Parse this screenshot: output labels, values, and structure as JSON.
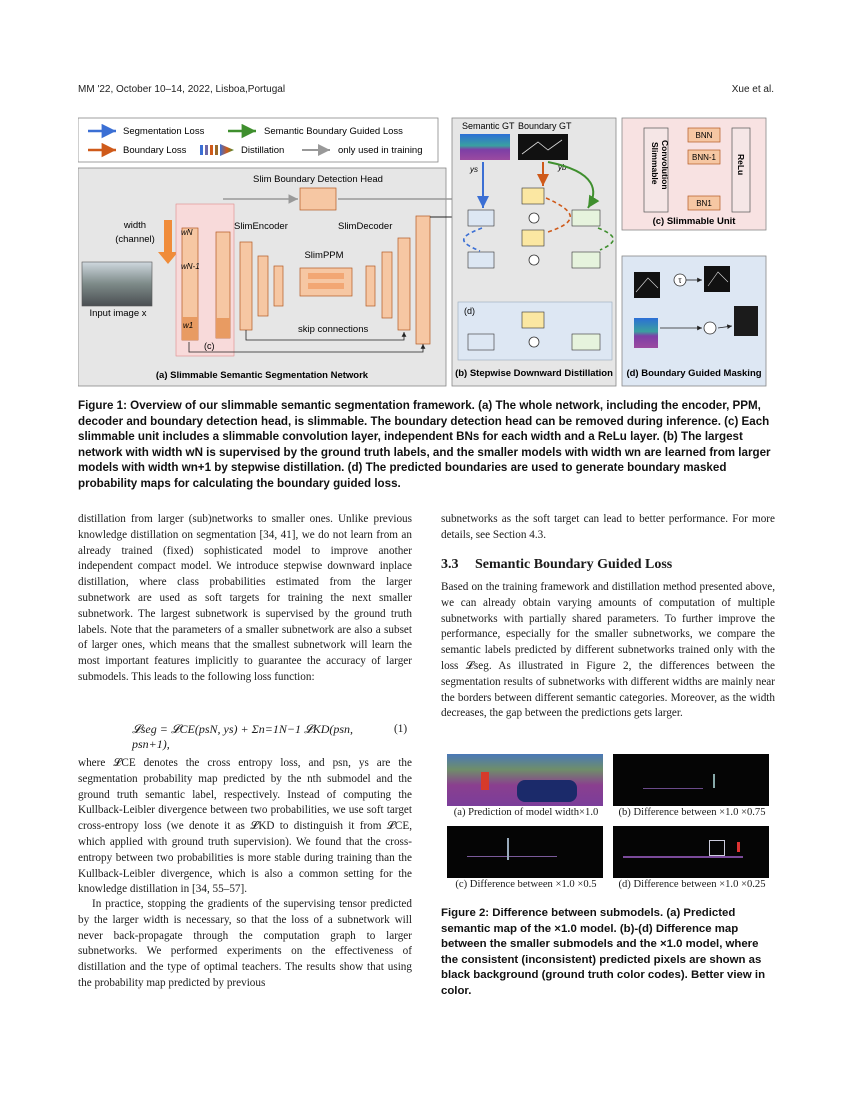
{
  "header": {
    "left": "MM '22, October 10–14, 2022, Lisboa,Portugal",
    "right": "Xue et al."
  },
  "figure1": {
    "legend": {
      "seg_loss": "Segmentation Loss",
      "boundary_loss": "Boundary Loss",
      "sem_boundary_loss": "Semantic Boundary Guided Loss",
      "distillation": "Distillation",
      "only_training": "only used in training"
    },
    "panel_a": {
      "width_label_1": "width",
      "width_label_2": "(channel)",
      "input_label": "Input image x",
      "boundary_head": "Slim Boundary Detection Head",
      "encoder": "SlimEncoder",
      "decoder": "SlimDecoder",
      "ppm": "SlimPPM",
      "skip": "skip connections",
      "c_tag": "(c)",
      "w_n": "wN",
      "w_n1": "wN-1",
      "w_1": "w1",
      "caption": "(a) Slimmable Semantic Segmentation Network"
    },
    "panel_b": {
      "sem_gt": "Semantic GT",
      "bnd_gt": "Boundary GT",
      "ys": "ys",
      "yb": "yb",
      "d_tag": "(d)",
      "caption": "(b) Stepwise Downward Distillation"
    },
    "panel_c": {
      "conv_1": "Slimmable",
      "conv_2": "Convolution",
      "bn_n": "BNN",
      "bn_n1": "BNN-1",
      "bn_1": "BN1",
      "relu": "ReLu",
      "caption": "(c) Slimmable Unit"
    },
    "panel_d": {
      "tau": "τ",
      "caption": "(d) Boundary Guided Masking"
    }
  },
  "caption1": "Figure 1: Overview of our slimmable semantic segmentation framework. (a) The whole network, including the encoder, PPM, decoder and boundary detection head, is slimmable. The boundary detection head can be removed during inference. (c) Each slimmable unit includes a slimmable convolution layer, independent BNs for each width and a ReLu layer. (b) The largest network with width wN is supervised by the ground truth labels, and the smaller models with width wn are learned from larger models with width wn+1 by stepwise distillation. (d) The predicted boundaries are used to generate boundary masked probability maps for calculating the boundary guided loss.",
  "left_col": {
    "p1": "distillation from larger (sub)networks to smaller ones. Unlike previous knowledge distillation on segmentation [34, 41], we do not learn from an already trained (fixed) sophisticated model to improve another independent compact model. We introduce stepwise downward inplace distillation, where class probabilities estimated from the larger subnetwork are used as soft targets for training the next smaller subnetwork. The largest subnetwork is supervised by the ground truth labels. Note that the parameters of a smaller subnetwork are also a subset of larger ones, which means that the smallest subnetwork will learn the most important features implicitly to guarantee the accuracy of larger submodels. This leads to the following loss function:",
    "equation": "𝓛seg = 𝓛CE(psN, ys) + Σn=1N−1 𝓛KD(psn, psn+1),",
    "eq_num": "(1)",
    "p2": "where 𝓛CE denotes the cross entropy loss, and psn, ys are the segmentation probability map predicted by the nth submodel and the ground truth semantic label, respectively. Instead of computing the Kullback-Leibler divergence between two probabilities, we use soft target cross-entropy loss (we denote it as 𝓛KD to distinguish it from 𝓛CE, which applied with ground truth supervision). We found that the cross-entropy between two probabilities is more stable during training than the Kullback-Leibler divergence, which is also a common setting for the knowledge distillation in [34, 55–57].",
    "p3": "In practice, stopping the gradients of the supervising tensor predicted by the larger width is necessary, so that the loss of a subnetwork will never back-propagate through the computation graph to larger subnetworks. We performed experiments on the effectiveness of distillation and the type of optimal teachers. The results show that using the probability map predicted by previous"
  },
  "right_col": {
    "p1": "subnetworks as the soft target can lead to better performance. For more details, see Section 4.3.",
    "section_num": "3.3",
    "section_title": "Semantic Boundary Guided Loss",
    "p2": "Based on the training framework and distillation method presented above, we can already obtain varying amounts of computation of multiple subnetworks with partially shared parameters. To further improve the performance, especially for the smaller subnetworks, we compare the semantic labels predicted by different subnetworks trained only with the loss 𝓛seg. As illustrated in Figure 2, the differences between the segmentation results of subnetworks with different widths are mainly near the borders between different semantic categories. Moreover, as the width decreases, the gap between the predictions gets larger.",
    "fig2": {
      "a": "(a) Prediction of model width×1.0",
      "b": "(b) Difference between ×1.0 ×0.75",
      "c": "(c) Difference between ×1.0 ×0.5",
      "d": "(d) Difference between ×1.0 ×0.25"
    },
    "caption2": "Figure 2: Difference between submodels. (a) Predicted semantic map of the ×1.0 model. (b)-(d) Difference map between the smaller submodels and the ×1.0 model, where the consistent (inconsistent) predicted pixels are shown as black background (ground truth color codes). Better view in color."
  },
  "colors": {
    "seg_blue": "#3b6fd4",
    "boundary_orange": "#cf5a1a",
    "semb_green": "#3f8f2e",
    "panel_grey": "#e6e6e6",
    "panel_blue": "#dde7f3",
    "panel_pink": "#f8e2e2",
    "layer_orange": "#f5b98a",
    "node_yellow": "#fbe7a2"
  },
  "icons": [
    "blue-arrow-icon",
    "orange-arrow-icon",
    "green-arrow-icon",
    "gray-arrow-icon",
    "distillation-gradient-icon",
    "multiply-node-icon"
  ]
}
